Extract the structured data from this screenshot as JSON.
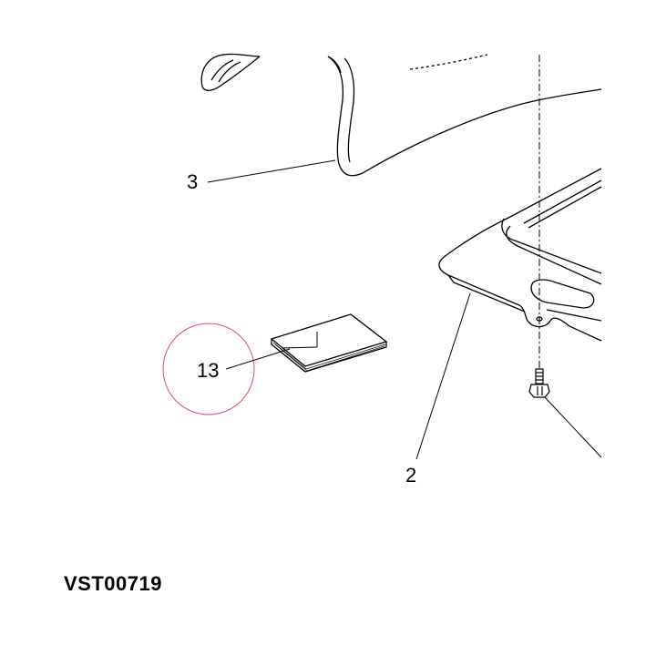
{
  "diagram": {
    "callouts": {
      "part_3": "3",
      "part_2": "2",
      "part_13": "13"
    },
    "highlight_color": "#d9545f",
    "line_color": "#000000",
    "reference_code": "VST00719"
  }
}
